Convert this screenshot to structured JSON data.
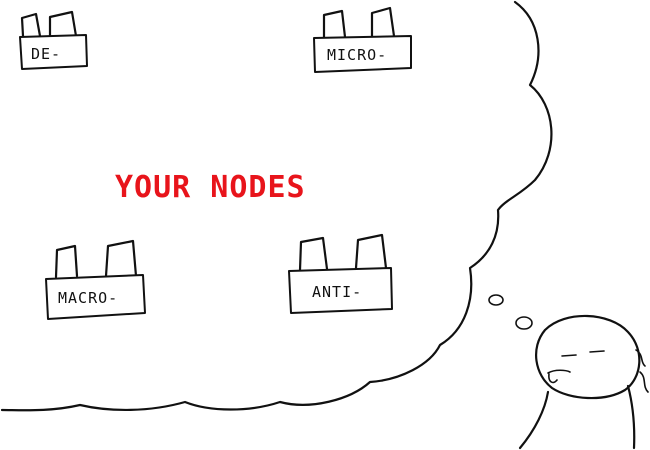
{
  "title": "YOUR NODES",
  "title_color": "#e8141b",
  "nodes": [
    {
      "label": "DE-"
    },
    {
      "label": "MICRO-"
    },
    {
      "label": "MACRO-"
    },
    {
      "label": "ANTI-"
    }
  ],
  "icons": [
    "factory-icon",
    "thought-bubble",
    "stick-figure-head"
  ]
}
